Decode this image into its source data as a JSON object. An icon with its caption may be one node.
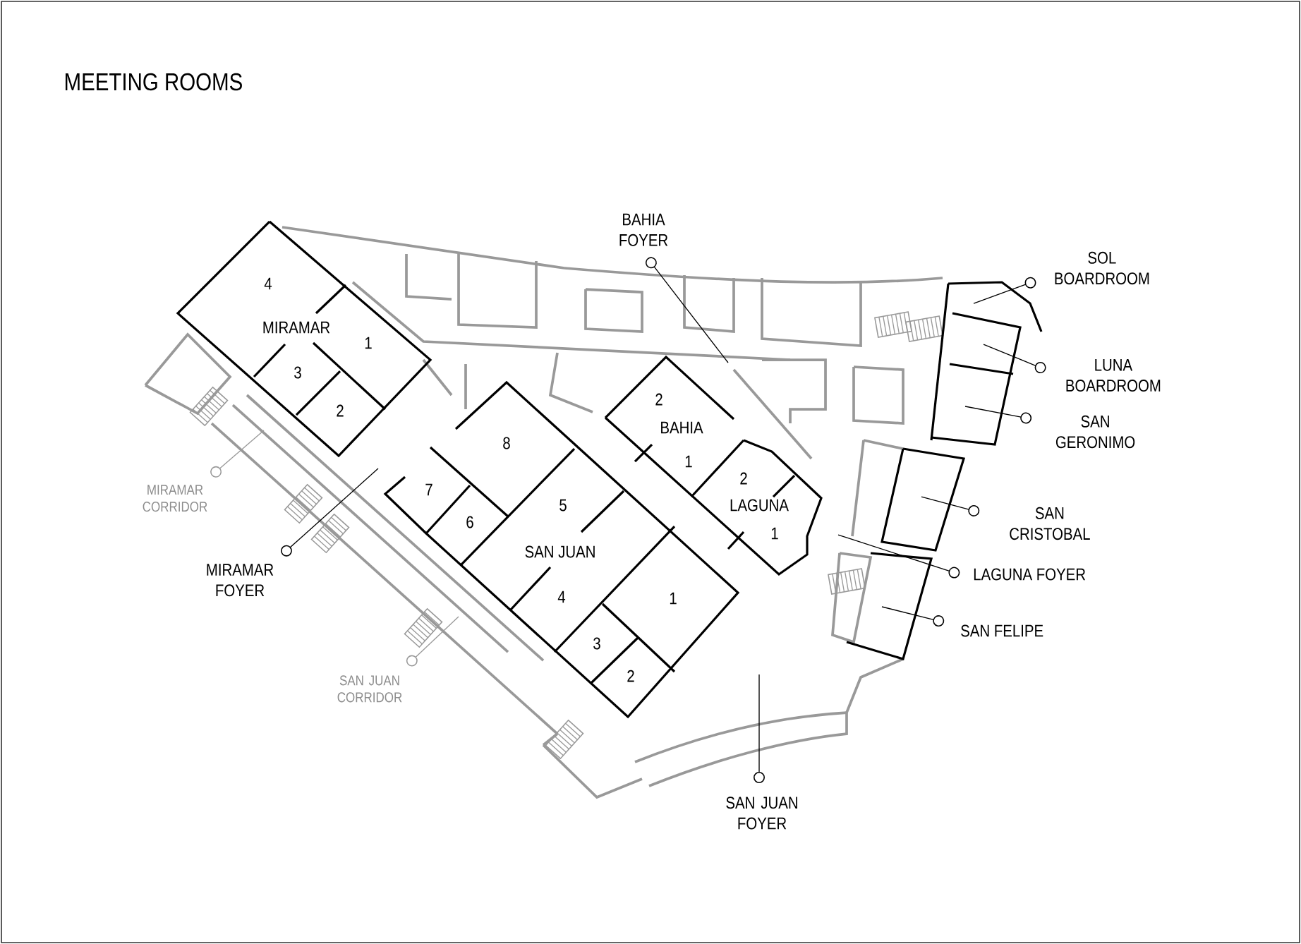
{
  "diagram": {
    "title": "MEETING ROOMS",
    "nodes": [
      {
        "text": [
          "BAHIA FOYER"
        ]
      },
      {
        "text": [
          "SOL BOARDROOM"
        ]
      },
      {
        "text": [
          "LUNA BOARDROOM"
        ]
      },
      {
        "text": [
          "SAN GERONIMO"
        ]
      },
      {
        "text": [
          "SAN CRISTOBAL"
        ]
      },
      {
        "text": [
          "LAGUNA FOYER"
        ]
      },
      {
        "text": [
          "SAN FELIPE"
        ]
      },
      {
        "text": [
          "MIRAMAR CORRIDOR"
        ]
      },
      {
        "text": [
          "MIRAMAR FOYER"
        ]
      },
      {
        "text": [
          "SAN JUAN CORRIDOR"
        ]
      },
      {
        "text": [
          "SAN JUAN FOYER"
        ]
      }
    ],
    "edges": [
      {
        "from": 0,
        "to": null,
        "arrow": "other"
      },
      {
        "from": 1,
        "to": null,
        "arrow": "other"
      },
      {
        "from": 2,
        "to": null,
        "arrow": "other"
      },
      {
        "from": 3,
        "to": null,
        "arrow": "other"
      },
      {
        "from": 4,
        "to": null,
        "arrow": "other"
      },
      {
        "from": 5,
        "to": null,
        "arrow": "other"
      },
      {
        "from": 6,
        "to": null,
        "arrow": "other"
      },
      {
        "from": 7,
        "to": null,
        "arrow": "other",
        "color": "#999999"
      },
      {
        "from": 8,
        "to": null,
        "arrow": "other"
      },
      {
        "from": 9,
        "to": null,
        "arrow": "other",
        "color": "#999999"
      },
      {
        "from": 10,
        "to": null,
        "arrow": "other"
      }
    ],
    "labels": [
      "4",
      "MIRAMAR",
      "1",
      "3",
      "2",
      "2",
      "BAHIA",
      "8",
      "1",
      "2",
      "LAGUNA",
      "7",
      "5",
      "1",
      "6",
      "SAN JUAN",
      "4",
      "1",
      "3",
      "2"
    ]
  }
}
